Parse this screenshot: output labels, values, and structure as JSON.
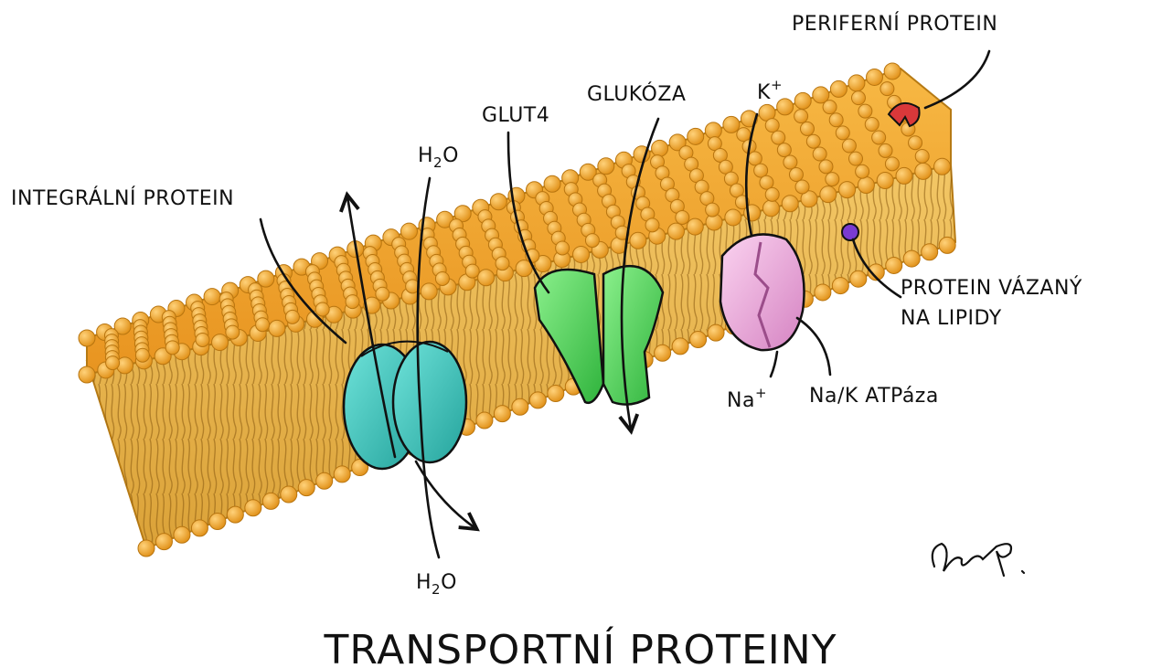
{
  "title": "TRANSPORTNÍ PROTEINY",
  "labels": {
    "integral_protein": "INTEGRÁLNÍ PROTEIN",
    "peripheral_protein": "PERIFERNÍ PROTEIN",
    "lipid_bound_protein_line1": "PROTEIN VÁZANÝ",
    "lipid_bound_protein_line2": "NA LIPIDY",
    "glut4": "GLUT4",
    "glucose": "GLUKÓZA",
    "water_top": "H",
    "water_top_sub": "2",
    "water_top_rest": "O",
    "water_bottom": "H",
    "water_bottom_sub": "2",
    "water_bottom_rest": "O",
    "potassium": "K",
    "potassium_sup": "+",
    "sodium": "Na",
    "sodium_sup": "+",
    "pump": "Na/K ATPáza"
  },
  "colors": {
    "membrane_heads": "#f2a531",
    "membrane_tails": "#e3b04a",
    "aquaporin": "#3fc4bc",
    "glut4": "#55d65a",
    "pump": "#f0a8dc",
    "peripheral": "#d9383a",
    "lipid_anchor": "#7a3bd1"
  },
  "icons": {
    "signature": "artist-signature"
  }
}
